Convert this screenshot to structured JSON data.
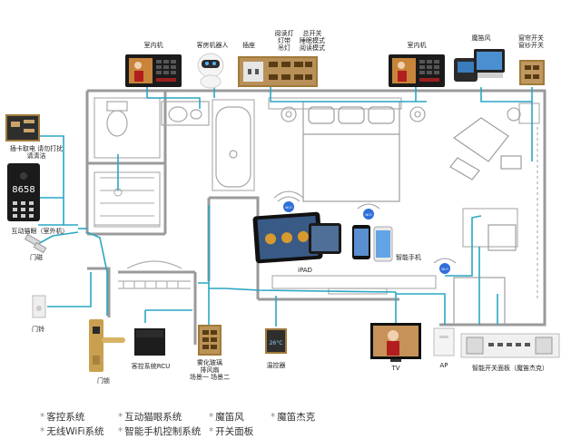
{
  "colors": {
    "wire": "#2aa6c4",
    "wall": "#9a9a9a",
    "panel_gold": "#a07a3a",
    "screen_dark": "#1b1b1b",
    "wifi_blue": "#2f6fd8"
  },
  "top_devices": {
    "intercom_left": "室内机",
    "robot": "客房机器人",
    "socket": "插座",
    "panel_col1": "阅读灯\n灯带\n吊灯",
    "panel_col2": "总开关\n睡眠模式\n阅读模式",
    "intercom_right": "室内机",
    "mofeng": "魔笛风",
    "curtain": "窗帘开关\n窗纱开关"
  },
  "left_devices": {
    "card_switch": "插卡取电  请勿打扰\n请清洁",
    "cat_eye_label": "互动猫眼（室外机）",
    "cat_eye_number": "8658",
    "door_magnet": "门磁",
    "doorbell": "门铃",
    "door_lock": "门锁",
    "rcu": "客控系统RCU"
  },
  "center_devices": {
    "ipad": "iPAD",
    "phone": "智能手机",
    "glass_panel": "雾化玻璃\n排风扇\n场景一  场景二",
    "thermostat": "温控器",
    "thermostat_reading": "26°C",
    "tv": "TV",
    "ap": "AP",
    "smart_panel": "智能开关面板（魔笛杰克）",
    "wifi_text": "Wi-Fi"
  },
  "legend": [
    "客控系统",
    "互动猫眼系统",
    "魔笛风",
    "魔笛杰克",
    "无线WiFi系统",
    "智能手机控制系统",
    "开关面板"
  ],
  "legend_marker": "*"
}
